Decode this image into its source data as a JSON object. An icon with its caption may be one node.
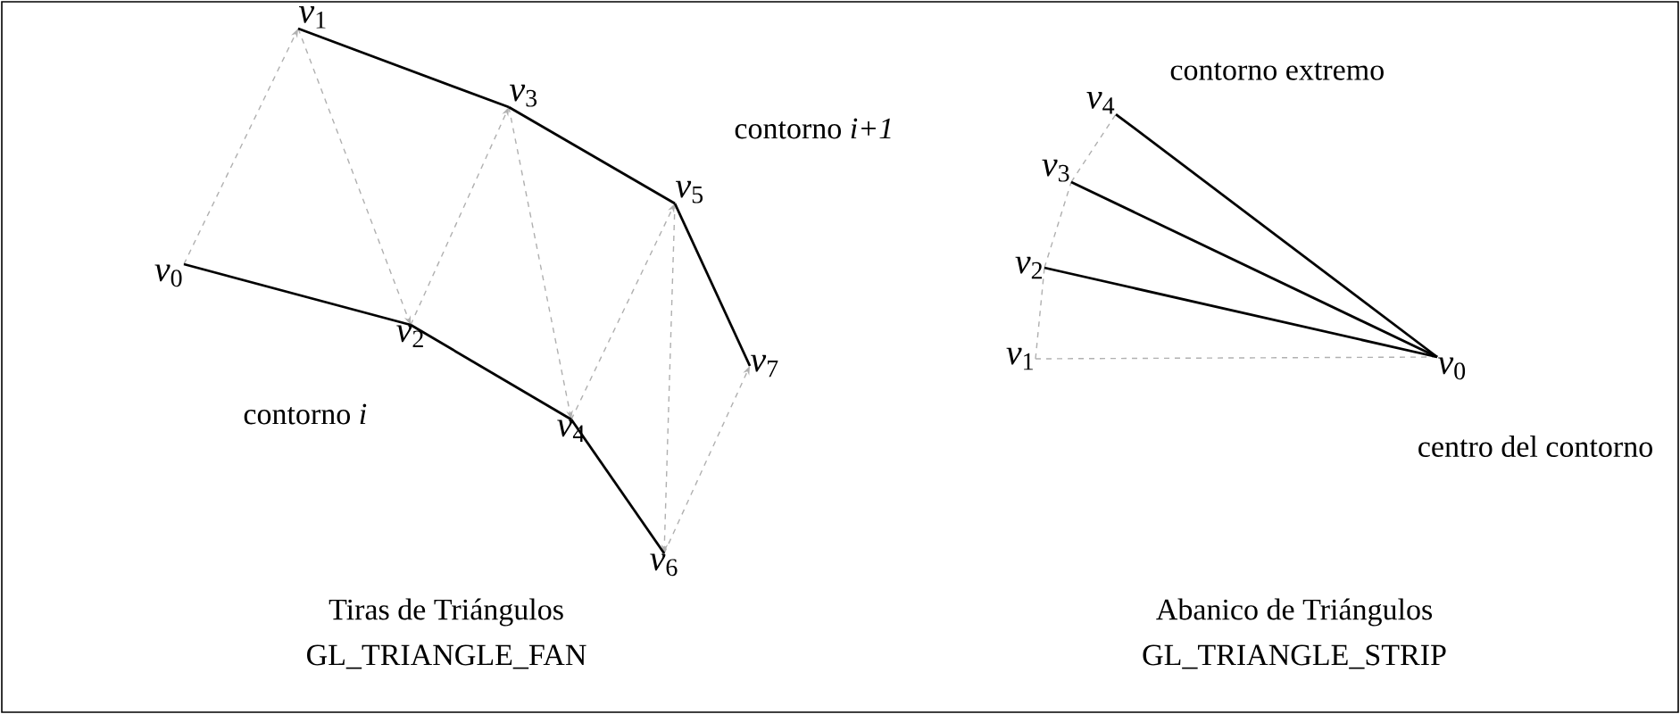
{
  "diagram": {
    "nodes": [
      {
        "text": [
          "*v*$_{0}$"
        ]
      },
      {
        "text": [
          "*v*$_{1}$"
        ]
      },
      {
        "text": [
          "*v*$_{2}$"
        ]
      },
      {
        "text": [
          "*v*$_{3}$"
        ]
      },
      {
        "text": [
          "*v*$_{4}$"
        ]
      },
      {
        "text": [
          "*v*$_{5}$"
        ]
      },
      {
        "text": [
          "*v*$_{6}$"
        ]
      },
      {
        "text": [
          "*v*$_{7}$"
        ]
      },
      {
        "text": [
          "*v*$_{4}$"
        ]
      },
      {
        "text": [
          "*v*$_{3}$"
        ]
      },
      {
        "text": [
          "*v*$_{2}$"
        ]
      },
      {
        "text": [
          "*v*$_{1}$"
        ]
      },
      {
        "text": [
          "*v*$_{0}$"
        ]
      }
    ],
    "edges": [
      {
        "from": 0,
        "to": 1,
        "arrow": "to",
        "style": "dashed",
        "color": "#b0b0b0"
      },
      {
        "from": 1,
        "to": 2,
        "arrow": "to",
        "style": "dashed",
        "color": "#b0b0b0"
      },
      {
        "from": 2,
        "to": 3,
        "arrow": "to",
        "style": "dashed",
        "color": "#b0b0b0"
      },
      {
        "from": 3,
        "to": 4,
        "arrow": "to",
        "style": "dashed",
        "color": "#b0b0b0"
      },
      {
        "from": 4,
        "to": 5,
        "arrow": "to",
        "style": "dashed",
        "color": "#b0b0b0"
      },
      {
        "from": 5,
        "to": 6,
        "arrow": "to",
        "style": "dashed",
        "color": "#b0b0b0"
      },
      {
        "from": 6,
        "to": 7,
        "arrow": "to",
        "style": "dashed",
        "color": "#b0b0b0"
      },
      {
        "from": 0,
        "to": 2,
        "arrow": "none",
        "color": "#000000"
      },
      {
        "from": 2,
        "to": 4,
        "arrow": "none",
        "color": "#000000"
      },
      {
        "from": 4,
        "to": 6,
        "arrow": "none",
        "color": "#000000"
      },
      {
        "from": 1,
        "to": 3,
        "arrow": "none",
        "color": "#000000"
      },
      {
        "from": 3,
        "to": 5,
        "arrow": "none",
        "color": "#000000"
      },
      {
        "from": 5,
        "to": 7,
        "arrow": "none",
        "color": "#000000"
      },
      {
        "from": 12,
        "to": 11,
        "arrow": "none",
        "style": "dashed",
        "color": "#b0b0b0"
      },
      {
        "from": 11,
        "to": 10,
        "arrow": "none",
        "style": "dashed",
        "color": "#b0b0b0"
      },
      {
        "from": 10,
        "to": 9,
        "arrow": "none",
        "style": "dashed",
        "color": "#b0b0b0"
      },
      {
        "from": 9,
        "to": 8,
        "arrow": "none",
        "style": "dashed",
        "color": "#b0b0b0"
      },
      {
        "from": 12,
        "to": 10,
        "arrow": "none",
        "color": "#000000"
      },
      {
        "from": 12,
        "to": 9,
        "arrow": "none",
        "color": "#000000"
      },
      {
        "from": 12,
        "to": 8,
        "arrow": "none",
        "color": "#000000"
      }
    ],
    "labels": [
      "contorno *i+1*",
      "contorno *i*",
      "Tiras de Triángulos",
      "GL_TRIANGLE_FAN",
      "contorno extremo",
      "centro del contorno",
      "Abanico de Triángulos",
      "GL_TRIANGLE_STRIP"
    ]
  }
}
